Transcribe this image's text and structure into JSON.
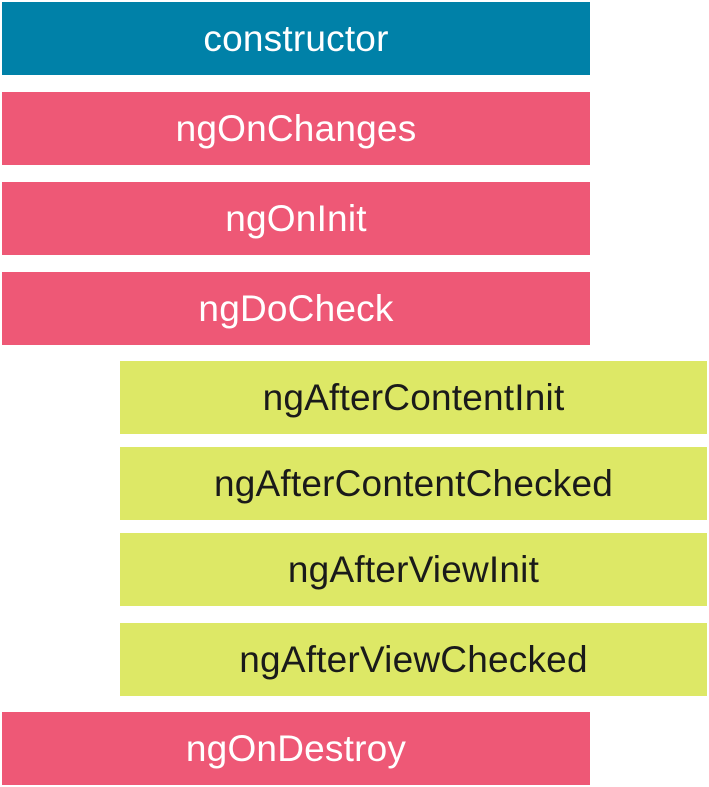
{
  "colors": {
    "constructor": "#0081a8",
    "core_hooks": "#ee5876",
    "child_hooks": "#dde866"
  },
  "hooks": {
    "constructor": "constructor",
    "ng_on_changes": "ngOnChanges",
    "ng_on_init": "ngOnInit",
    "ng_do_check": "ngDoCheck",
    "ng_after_content_init": "ngAfterContentInit",
    "ng_after_content_checked": "ngAfterContentChecked",
    "ng_after_view_init": "ngAfterViewInit",
    "ng_after_view_checked": "ngAfterViewChecked",
    "ng_on_destroy": "ngOnDestroy"
  }
}
